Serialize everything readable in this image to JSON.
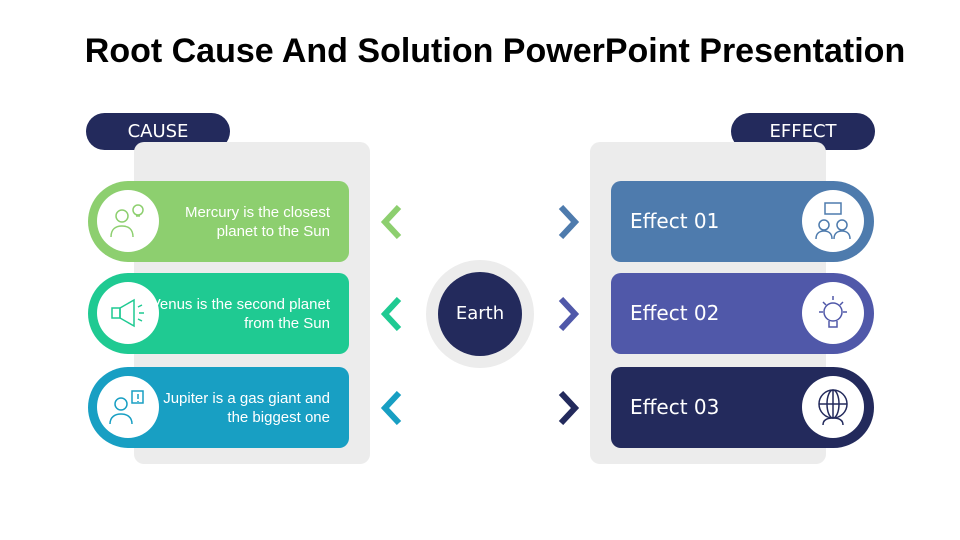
{
  "title": "Root Cause And Solution PowerPoint Presentation",
  "cause_label": "CAUSE",
  "effect_label": "EFFECT",
  "center_label": "Earth",
  "causes": [
    {
      "text": "Mercury is the closest planet to the Sun",
      "color": "#8dcf6f",
      "icon": "person-idea-icon"
    },
    {
      "text": "Venus is the second planet from the Sun",
      "color": "#1fca92",
      "icon": "megaphone-icon"
    },
    {
      "text": "Jupiter is a gas giant and the biggest one",
      "color": "#189fc3",
      "icon": "person-alert-icon"
    }
  ],
  "effects": [
    {
      "text": "Effect 01",
      "color": "#4e7bad",
      "icon": "conversation-icon"
    },
    {
      "text": "Effect 02",
      "color": "#5058a9",
      "icon": "lightbulb-person-icon"
    },
    {
      "text": "Effect 03",
      "color": "#232a5c",
      "icon": "globe-person-icon"
    }
  ]
}
